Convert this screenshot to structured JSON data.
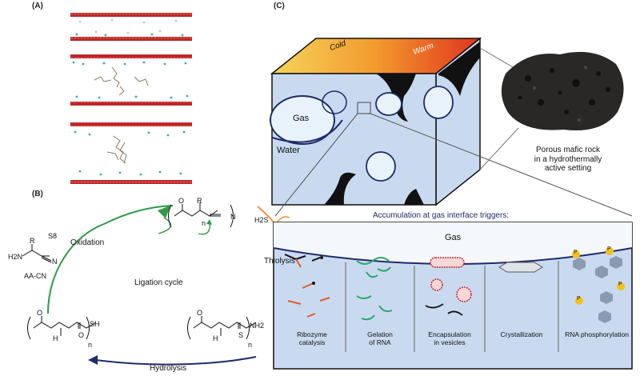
{
  "panels": {
    "a": "(A)",
    "b": "(B)",
    "c": "(C)"
  },
  "cycle": {
    "center": "Ligation cycle",
    "oxidation": "Oxidation",
    "thiolysis": "Thiolysis",
    "hydrolysis": "Hydrolysis",
    "s8": "S8",
    "h2s": "H2S",
    "aacn": "AA-CN",
    "r": "R",
    "n": "n",
    "h2n": "H2N",
    "nh2": "NH2",
    "sh": "SH",
    "o": "O",
    "s": "S",
    "nn": "N",
    "h": "H"
  },
  "block": {
    "cold": "Cold",
    "warm": "Warm",
    "gas": "Gas",
    "water": "Water"
  },
  "rock": {
    "line1": "Porous mafic rock",
    "line2": "in a hydrothermally",
    "line3": "active setting"
  },
  "interface": {
    "title": "Accumulation at gas interface triggers:",
    "gas": "Gas",
    "items": [
      {
        "l1": "Ribozyme",
        "l2": "catalysis"
      },
      {
        "l1": "Gelation",
        "l2": "of RNA"
      },
      {
        "l1": "Encapsulation",
        "l2": "in vesicles"
      },
      {
        "l1": "Crystallization",
        "l2": ""
      },
      {
        "l1": "RNA phosphorylation",
        "l2": ""
      }
    ],
    "p": "P"
  },
  "colors": {
    "warm": "#e8401c",
    "cold": "#f6c340",
    "water": "#c9daf0",
    "arrow_green": "#2e9a4a",
    "arrow_orange": "#f0903a",
    "arrow_navy": "#1e2a6a"
  }
}
